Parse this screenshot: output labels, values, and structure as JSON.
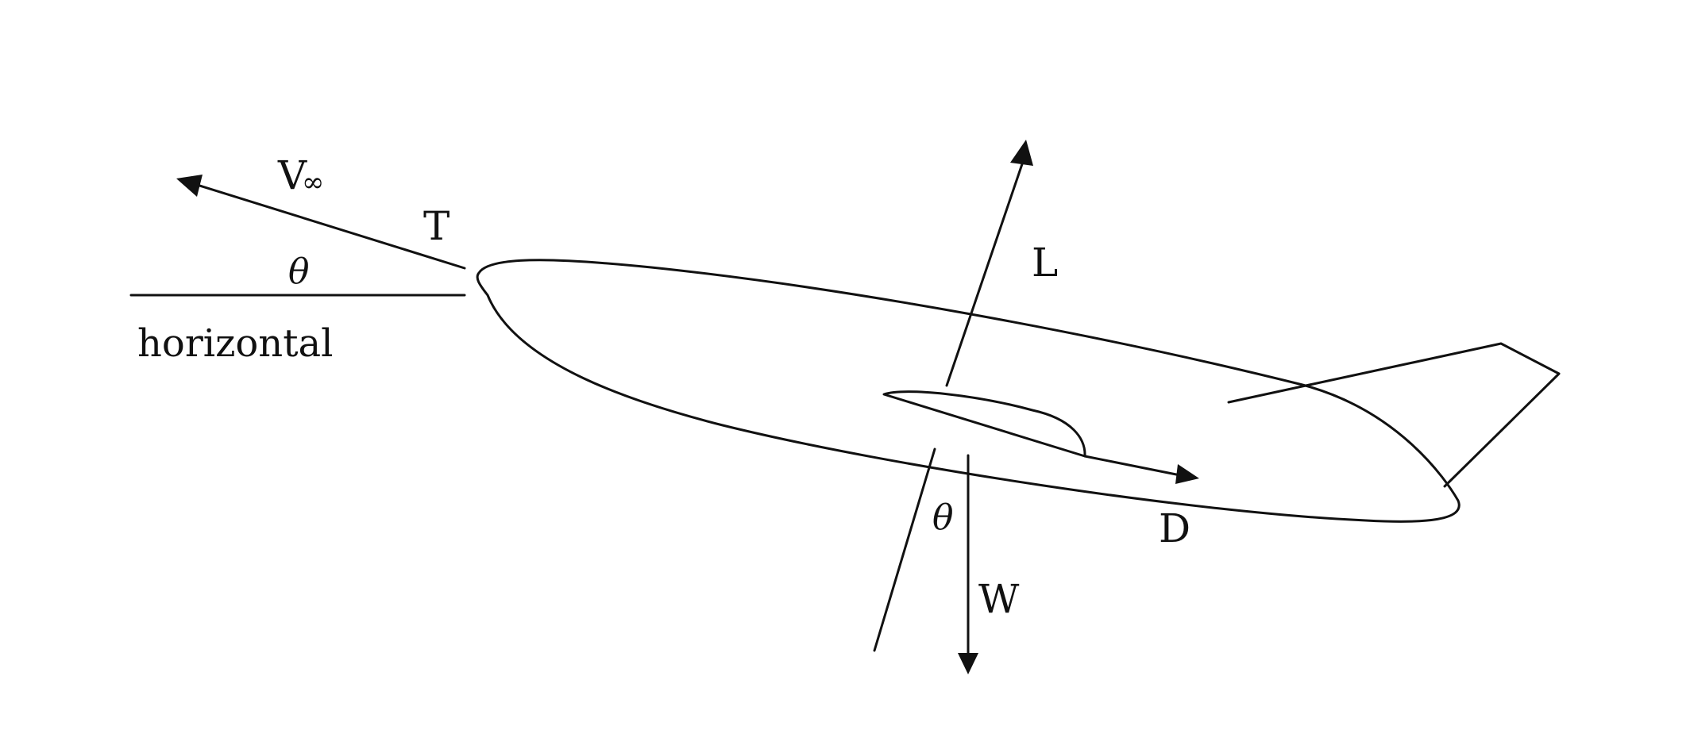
{
  "labels": {
    "velocity_main": "V",
    "velocity_sub": "∞",
    "thrust": "T",
    "lift": "L",
    "drag": "D",
    "weight": "W",
    "theta_top": "θ",
    "theta_bottom": "θ",
    "horizontal": "horizontal"
  }
}
